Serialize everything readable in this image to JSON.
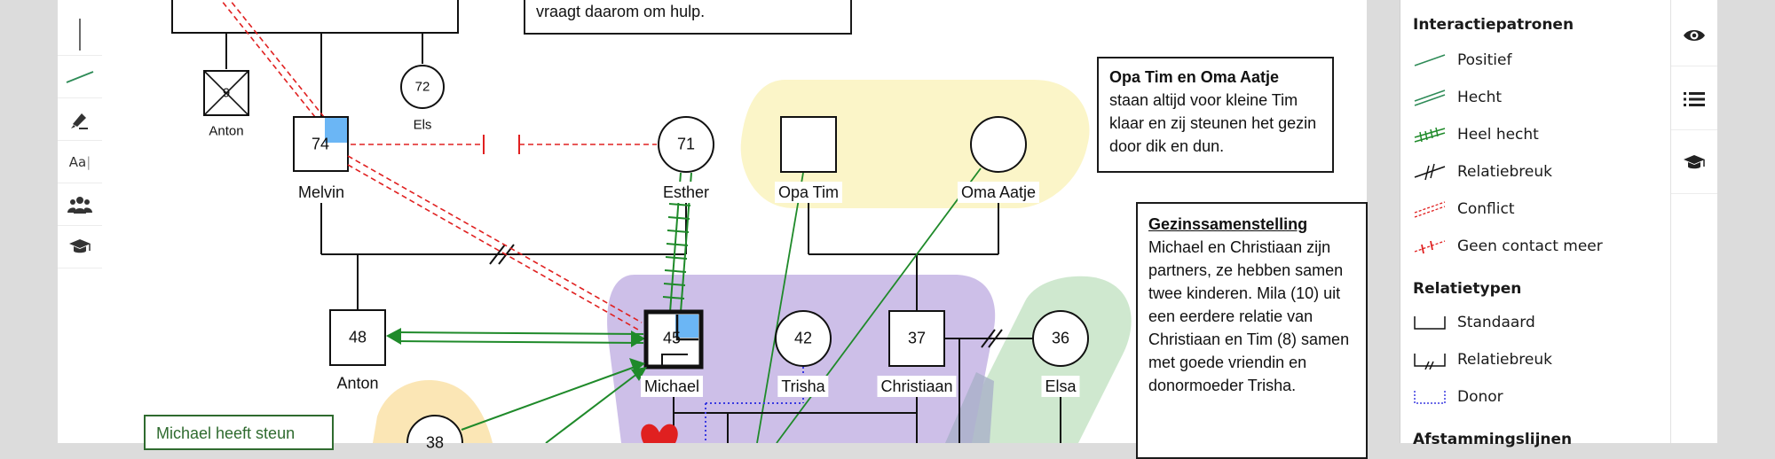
{
  "colors": {
    "positive": "#2e8b57",
    "close": "#2f7d32",
    "very_close": "#1f8a2a",
    "conflict": "#e02020",
    "donor": "#3a3ae0",
    "family_blob": "#cdbfe8",
    "yellow_blob": "#fbf5c8",
    "green_blob": "#cfe8cf",
    "peach_blob": "#fbe6b5"
  },
  "toolbar_left": [
    {
      "name": "vertical-line-tool-icon"
    },
    {
      "name": "diagonal-line-tool-icon"
    },
    {
      "name": "highlighter-tool-icon"
    },
    {
      "name": "text-tool-icon",
      "glyph": "Aa"
    },
    {
      "name": "people-tool-icon"
    },
    {
      "name": "education-tool-icon"
    }
  ],
  "toolbar_right": [
    {
      "name": "visibility-icon"
    },
    {
      "name": "legend-list-icon"
    },
    {
      "name": "education-icon"
    }
  ],
  "people": {
    "anton_child": {
      "age": "9",
      "name": "Anton"
    },
    "els": {
      "age": "72",
      "name": "Els"
    },
    "melvin": {
      "age": "74",
      "name": "Melvin"
    },
    "esther": {
      "age": "71",
      "name": "Esther"
    },
    "opa_tim": {
      "name": "Opa Tim"
    },
    "oma_aatje": {
      "name": "Oma Aatje"
    },
    "anton": {
      "age": "48",
      "name": "Anton"
    },
    "michael": {
      "age": "45",
      "name": "Michael"
    },
    "trisha": {
      "age": "42",
      "name": "Trisha"
    },
    "christiaan": {
      "age": "37",
      "name": "Christiaan"
    },
    "elsa": {
      "age": "36",
      "name": "Elsa"
    },
    "bottom_person": {
      "age": "38"
    }
  },
  "notes": {
    "top_note": "vraagt daarom om hulp.",
    "opa_oma_title": "Opa Tim en Oma Aatje",
    "opa_oma_body": "staan altijd voor kleine Tim klaar en zij steunen het gezin door dik en dun.",
    "gezin_title": "Gezinssamenstelling",
    "gezin_body": "Michael en Christiaan zijn partners, ze hebben samen twee kinderen. Mila (10) uit een eerdere relatie van Christiaan en Tim (8) samen met goede vriendin en donormoeder Trisha.",
    "steun_note": "Michael heeft steun"
  },
  "legend": {
    "interaction_title": "Interactiepatronen",
    "interaction_items": [
      {
        "label": "Positief",
        "icon": "positive-line-icon"
      },
      {
        "label": "Hecht",
        "icon": "close-line-icon"
      },
      {
        "label": "Heel hecht",
        "icon": "very-close-line-icon"
      },
      {
        "label": "Relatiebreuk",
        "icon": "rupture-line-icon"
      },
      {
        "label": "Conflict",
        "icon": "conflict-line-icon"
      },
      {
        "label": "Geen contact meer",
        "icon": "no-contact-line-icon"
      }
    ],
    "relation_title": "Relatietypen",
    "relation_items": [
      {
        "label": "Standaard",
        "icon": "standard-relation-icon"
      },
      {
        "label": "Relatiebreuk",
        "icon": "rupture-relation-icon"
      },
      {
        "label": "Donor",
        "icon": "donor-relation-icon"
      }
    ],
    "descent_title": "Afstammingslijnen"
  }
}
